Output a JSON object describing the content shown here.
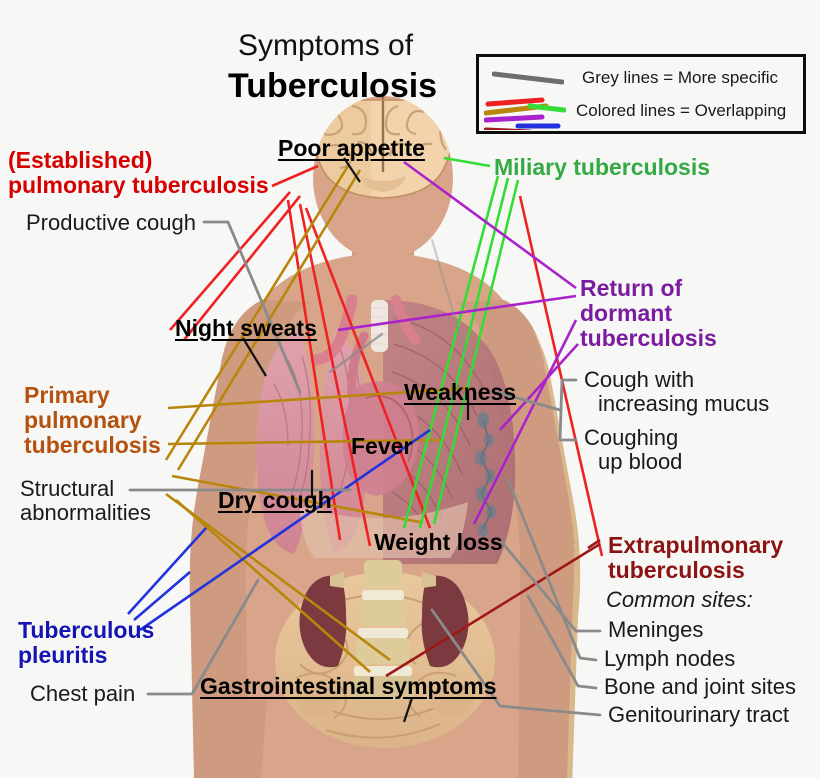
{
  "title": {
    "line1": "Symptoms of",
    "line2": "Tuberculosis"
  },
  "legend": {
    "box_name": "legend-box",
    "rows": [
      {
        "label": "Grey lines = More specific",
        "sample": "grey-line-sample",
        "color": "#6e6e6e"
      },
      {
        "label": "Colored lines = Overlapping",
        "sample": "colored-lines-sample",
        "colors": [
          "#ee2222",
          "#b8860b",
          "#33dd33",
          "#aa22cc",
          "#2233dd",
          "#a01717"
        ]
      }
    ]
  },
  "categories": [
    {
      "id": "established-pulmonary",
      "text_lines": [
        "(Established)",
        "pulmonary tuberculosis"
      ],
      "color": "#d50000"
    },
    {
      "id": "primary-pulmonary",
      "text_lines": [
        "Primary",
        "pulmonary",
        "tuberculosis"
      ],
      "color": "#b4510f"
    },
    {
      "id": "tuberculous-pleuritis",
      "text_lines": [
        "Tuberculous",
        "pleuritis"
      ],
      "color": "#1414b4"
    },
    {
      "id": "miliary",
      "text_lines": [
        "Miliary tuberculosis"
      ],
      "color": "#33aa44"
    },
    {
      "id": "return-dormant",
      "text_lines": [
        "Return of",
        "dormant",
        "tuberculosis"
      ],
      "color": "#7a1ba0"
    },
    {
      "id": "extrapulmonary",
      "text_lines": [
        "Extrapulmonary",
        "tuberculosis"
      ],
      "color": "#8b1313"
    }
  ],
  "symptoms": {
    "poor_appetite": "Poor appetite",
    "night_sweats": "Night sweats",
    "weakness": "Weakness",
    "fever": "Fever",
    "dry_cough": "Dry cough",
    "weight_loss": "Weight loss",
    "gastrointestinal": "Gastrointestinal symptoms"
  },
  "specific_findings": {
    "productive_cough": "Productive cough",
    "structural_abnormalities_l1": "Structural",
    "structural_abnormalities_l2": "abnormalities",
    "chest_pain": "Chest pain",
    "cough_mucus_l1": "Cough with",
    "cough_mucus_l2": "increasing mucus",
    "coughing_blood_l1": "Coughing",
    "coughing_blood_l2": "up blood"
  },
  "extrapulmonary_sites": {
    "heading": "Common sites:",
    "items": [
      "Meninges",
      "Lymph nodes",
      "Bone and joint sites",
      "Genitourinary tract"
    ]
  },
  "palette": {
    "background": "#f7f7f5",
    "skin": "#d8a58a",
    "skin_shadow": "#c9977c",
    "brain": "#f0cfa8",
    "lung": "#d9909c",
    "muscle": "#b4707a",
    "kidney": "#7b3a3f",
    "intestine": "#e4bd94",
    "bone": "#ded0a8",
    "text": "#1a1a1a"
  }
}
